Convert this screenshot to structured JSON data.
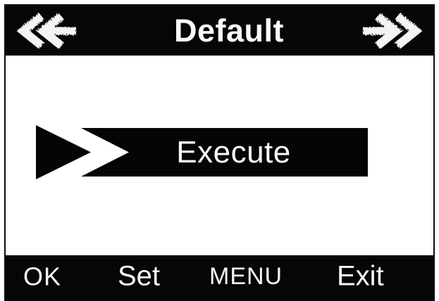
{
  "header": {
    "title": "Default",
    "prev_icon": "double-chevron-left",
    "next_icon": "double-chevron-right"
  },
  "menu": {
    "cursor_icon": "right-triangle-cursor",
    "items": [
      {
        "label": "Execute",
        "selected": true
      }
    ]
  },
  "softkeys": [
    {
      "label": "OK"
    },
    {
      "label": "Set"
    },
    {
      "label": "MENU"
    },
    {
      "label": "Exit"
    }
  ],
  "colors": {
    "bar_black": "#060606",
    "text_white": "#fcfcfc",
    "background": "#ffffff"
  }
}
